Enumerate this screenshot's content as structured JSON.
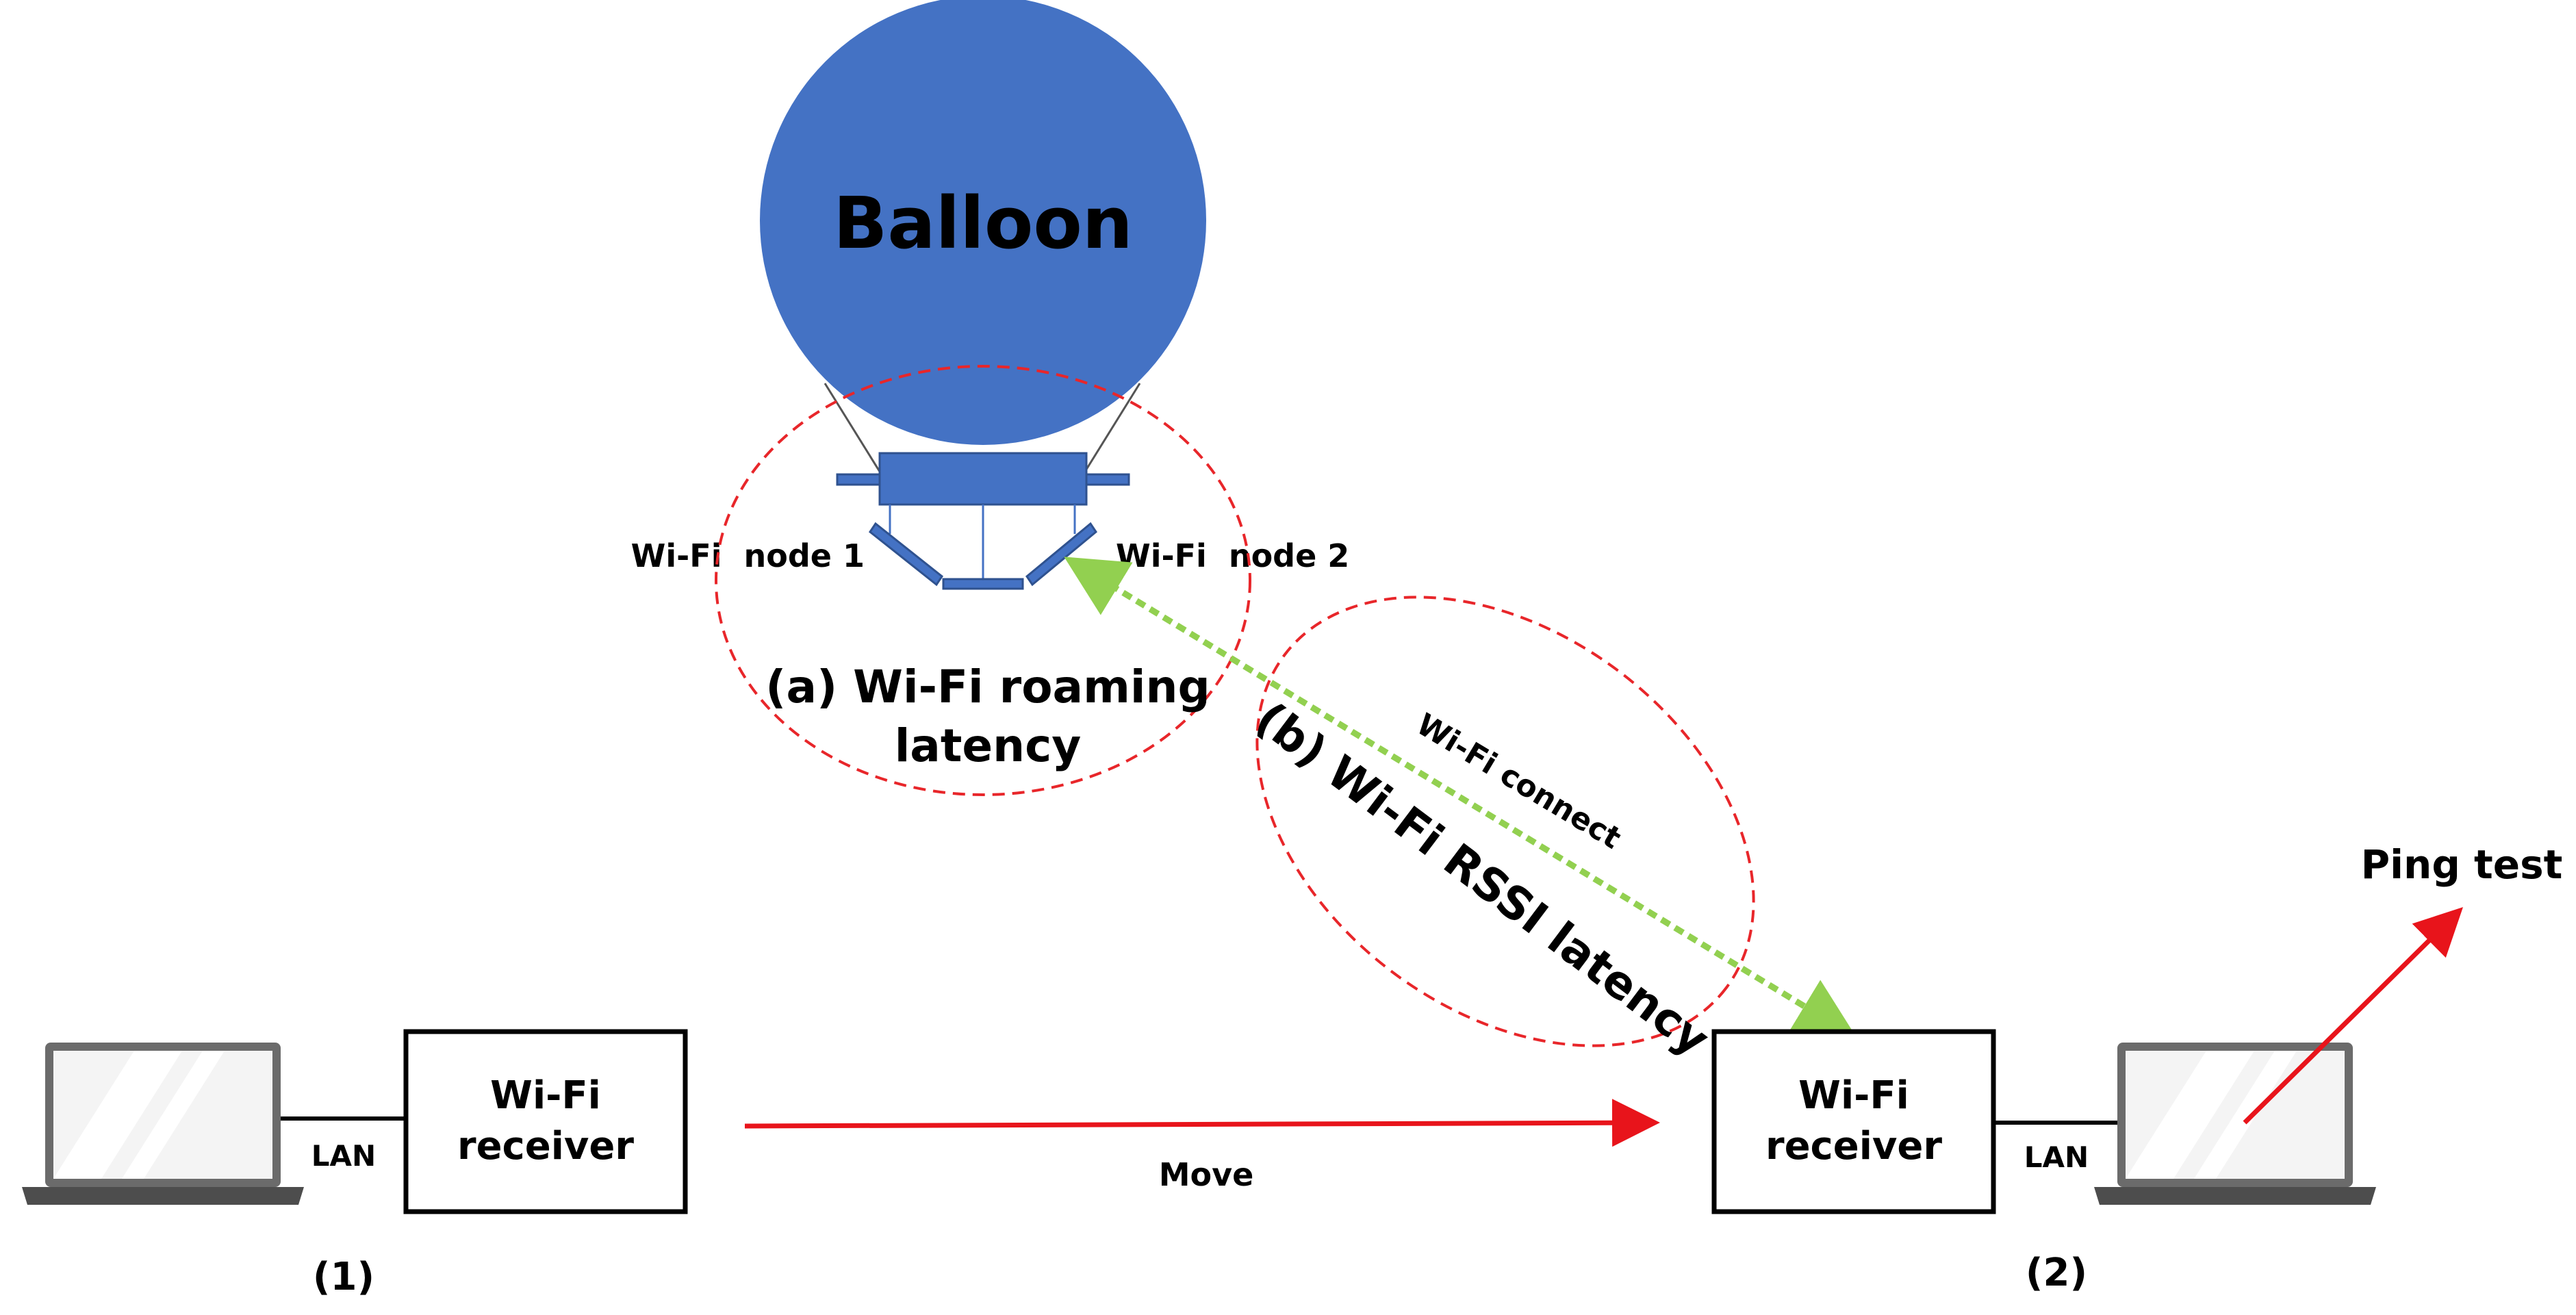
{
  "balloon": {
    "label": "Balloon"
  },
  "nodes": {
    "node1_label": "Wi-Fi  node 1",
    "node2_label": "Wi-Fi  node 2"
  },
  "regions": {
    "roaming_line1": "(a) Wi-Fi roaming",
    "roaming_line2": "latency",
    "rssi_label": "(b) Wi-Fi RSSI latency"
  },
  "links": {
    "wifi_connect_label": "Wi-Fi connect",
    "lan_left": "LAN",
    "lan_right": "LAN",
    "move_label": "Move",
    "ping_label": "Ping test"
  },
  "receivers": {
    "left_line1": "Wi-Fi",
    "left_line2": "receiver",
    "right_line1": "Wi-Fi",
    "right_line2": "receiver"
  },
  "positions": {
    "left": "(1)",
    "right": "(2)"
  },
  "colors": {
    "balloon_fill": "#4472C4",
    "gondola_fill": "#4472C4",
    "gondola_stroke": "#2F528F",
    "dashed_region": "#E8262A",
    "wifi_link": "#92D050",
    "arrow_red": "#E8141B",
    "box_stroke": "#000000",
    "laptop_frame": "#6B6B6B",
    "laptop_screen": "#F4F4F4",
    "laptop_base": "#4D4D4D"
  }
}
